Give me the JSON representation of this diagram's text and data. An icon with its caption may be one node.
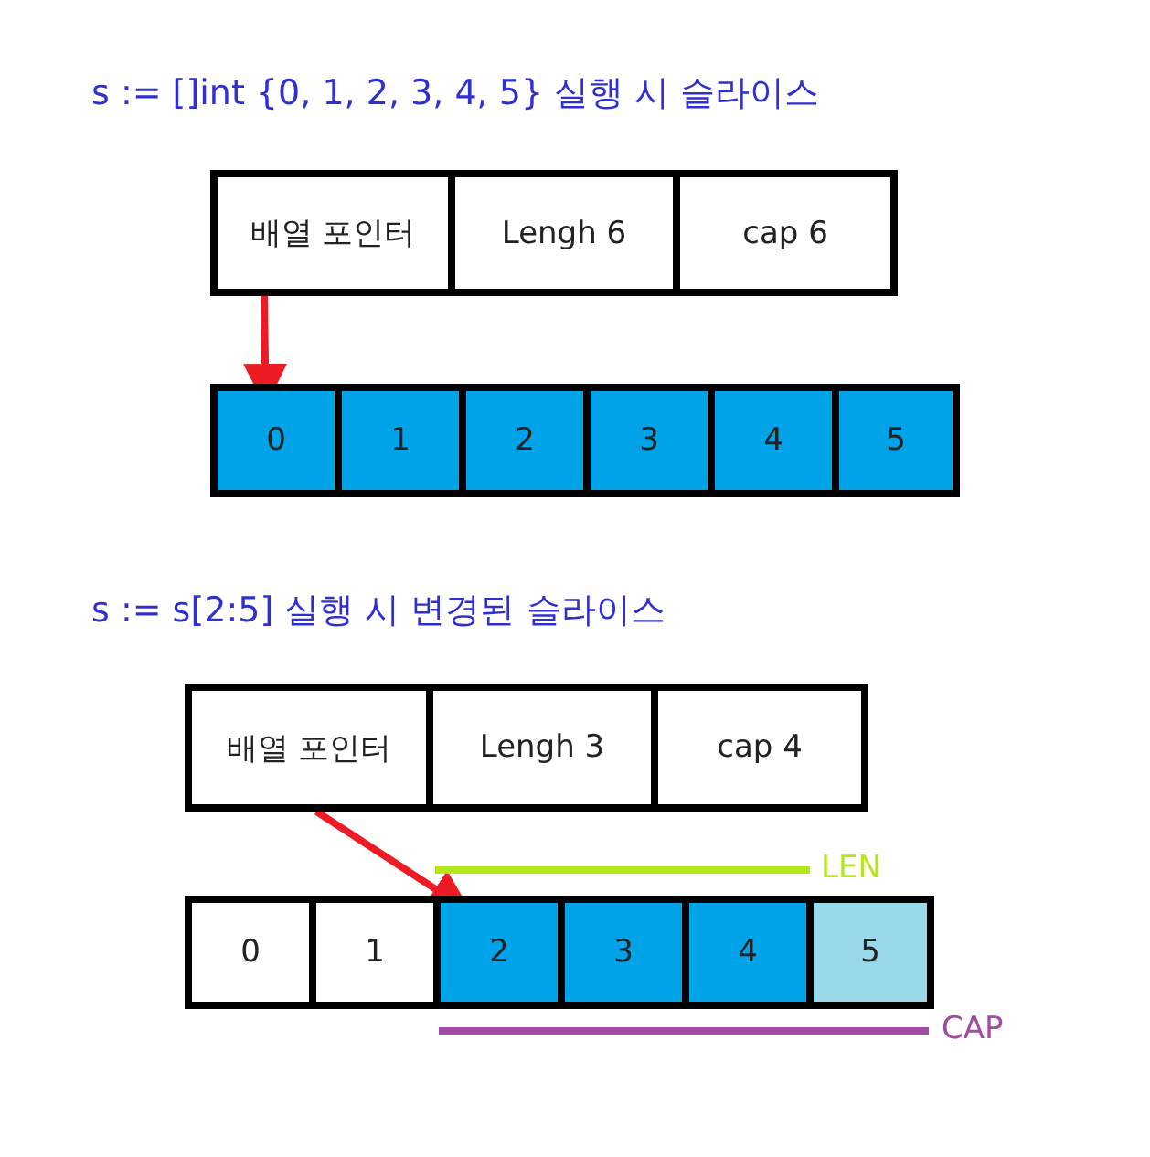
{
  "diagram": {
    "nodes": [
      {
        "text": [
          "배열 포인터"
        ]
      },
      {
        "text": [
          "Lengh 6"
        ]
      },
      {
        "text": [
          "cap 6"
        ]
      },
      {
        "text": [
          "0"
        ]
      },
      {
        "text": [
          "1"
        ]
      },
      {
        "text": [
          "2"
        ]
      },
      {
        "text": [
          "3"
        ]
      },
      {
        "text": [
          "4"
        ]
      },
      {
        "text": [
          "5"
        ]
      },
      {
        "text": [
          "배열 포인터"
        ]
      },
      {
        "text": [
          "Lengh 3"
        ]
      },
      {
        "text": [
          "cap 4"
        ]
      },
      {
        "text": [
          "0"
        ]
      },
      {
        "text": [
          "1"
        ]
      },
      {
        "text": [
          "2"
        ]
      },
      {
        "text": [
          "3"
        ]
      },
      {
        "text": [
          "4"
        ]
      },
      {
        "text": [
          "5"
        ]
      }
    ],
    "edges": [
      {
        "from": 0,
        "to": 3,
        "arrow": "to"
      },
      {
        "from": 9,
        "to": 14,
        "arrow": "to"
      }
    ],
    "labels": [
      "s := []int {0, 1, 2, 3, 4, 5} 실행 시 슬라이스",
      "s := s[2:5] 실행 시 변경된 슬라이스",
      "LEN",
      "CAP"
    ]
  }
}
